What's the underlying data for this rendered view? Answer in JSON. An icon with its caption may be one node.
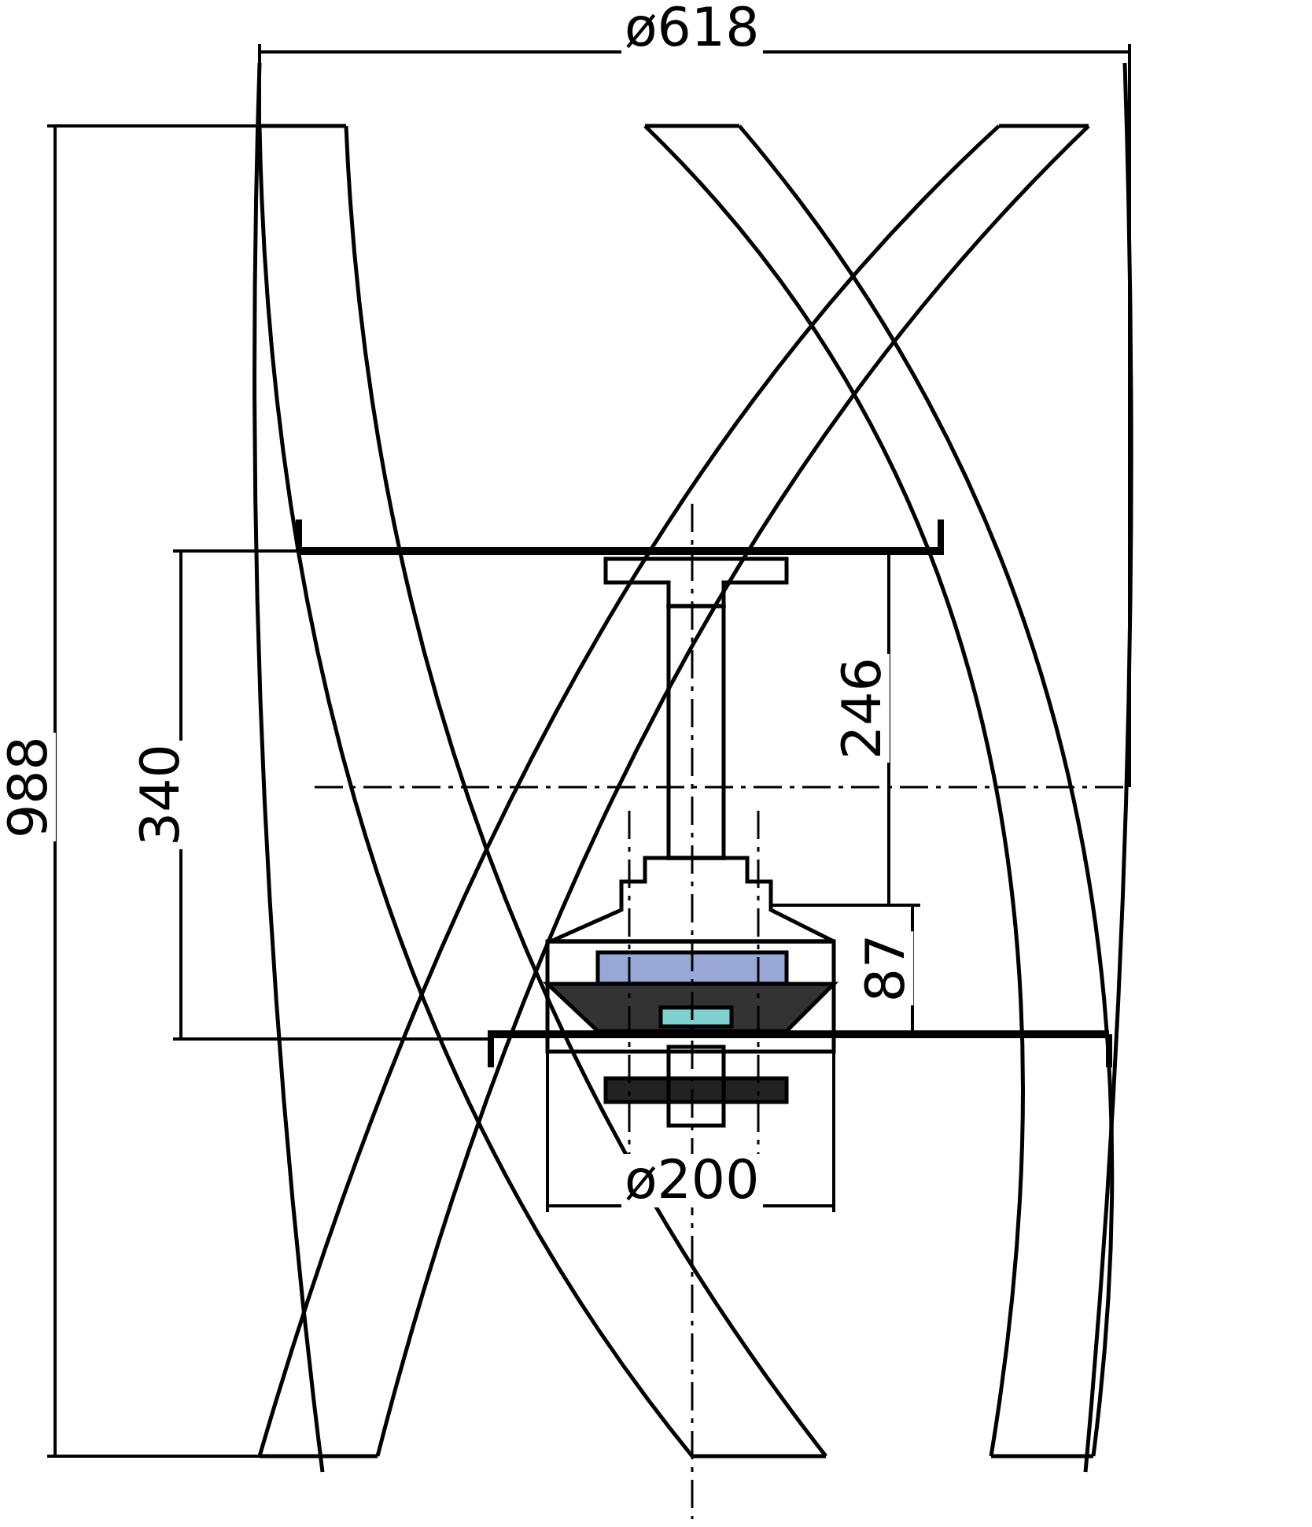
{
  "diagram": {
    "labels": [
      "ø618",
      "988",
      "340",
      "246",
      "87",
      "ø200"
    ]
  }
}
